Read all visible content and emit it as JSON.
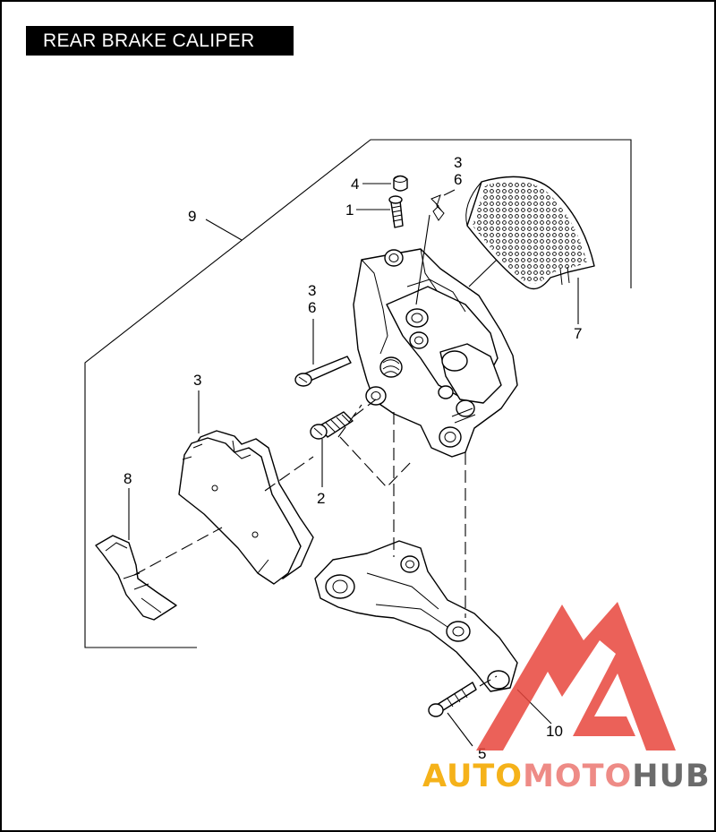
{
  "title": "REAR BRAKE CALIPER",
  "callouts": {
    "c1": "1",
    "c2": "2",
    "c3_pad": "3",
    "c3_pin": "3",
    "c6_pin": "6",
    "c3_clip": "3",
    "c6_clip": "6",
    "c4": "4",
    "c5": "5",
    "c7": "7",
    "c8": "8",
    "c9": "9",
    "c10": "10"
  },
  "watermark": {
    "text_a": "AUTO",
    "text_b": "MOTO",
    "text_c": "HUB",
    "color_a": "#f5b21a",
    "color_b": "#ee8b86",
    "color_c": "#6b6b6b",
    "logo_color": "#e8453c"
  }
}
